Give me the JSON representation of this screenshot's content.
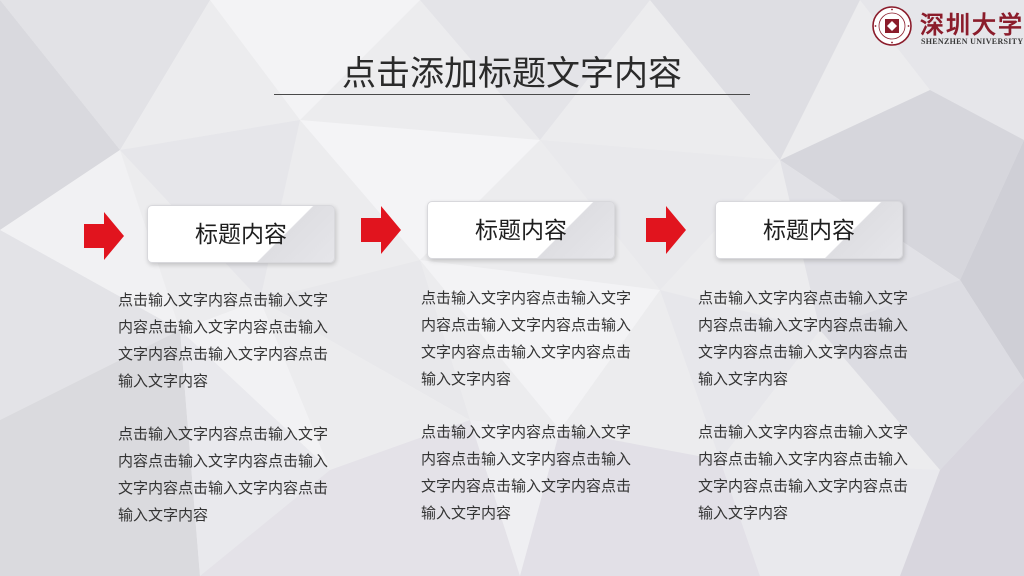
{
  "logo": {
    "name_cn": "深圳大学",
    "name_en": "SHENZHEN UNIVERSITY"
  },
  "title": "点击添加标题文字内容",
  "colors": {
    "accent": "#e1141e",
    "logo": "#8b1c2b",
    "text": "#333333"
  },
  "columns": [
    {
      "heading": "标题内容",
      "paragraphs": [
        "点击输入文字内容点击输入文字内容点击输入文字内容点击输入文字内容点击输入文字内容点击输入文字内容",
        "点击输入文字内容点击输入文字内容点击输入文字内容点击输入文字内容点击输入文字内容点击输入文字内容"
      ]
    },
    {
      "heading": "标题内容",
      "paragraphs": [
        "点击输入文字内容点击输入文字内容点击输入文字内容点击输入文字内容点击输入文字内容点击输入文字内容",
        "点击输入文字内容点击输入文字内容点击输入文字内容点击输入文字内容点击输入文字内容点击输入文字内容"
      ]
    },
    {
      "heading": "标题内容",
      "paragraphs": [
        "点击输入文字内容点击输入文字内容点击输入文字内容点击输入文字内容点击输入文字内容点击输入文字内容",
        "点击输入文字内容点击输入文字内容点击输入文字内容点击输入文字内容点击输入文字内容点击输入文字内容"
      ]
    }
  ]
}
